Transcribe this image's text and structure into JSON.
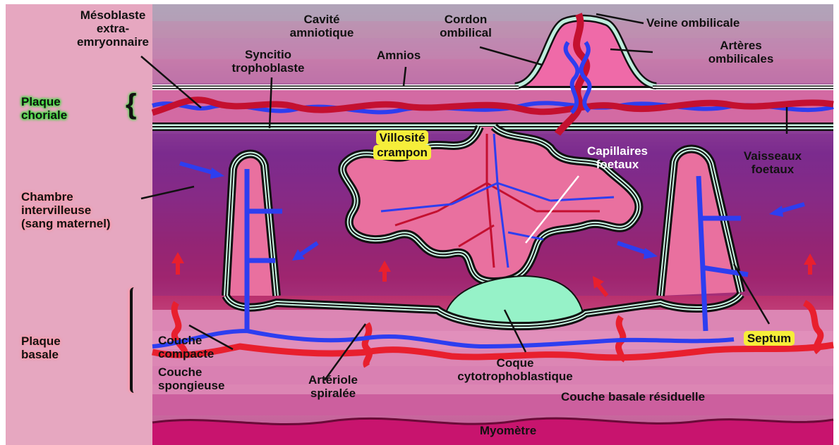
{
  "labels": {
    "mesoblaste": [
      "Mésoblaste",
      "extra-",
      "emryonnaire"
    ],
    "cavite": [
      "Cavité",
      "amniotique"
    ],
    "cordon": [
      "Cordon",
      "ombilical"
    ],
    "veine": "Veine ombilicale",
    "syncitio": [
      "Syncitio",
      "trophoblaste"
    ],
    "amnios": "Amnios",
    "arteres": [
      "Artères",
      "ombilicales"
    ],
    "plaque_choriale": [
      "Plaque",
      "choriale"
    ],
    "villosite": [
      "Villosité",
      "crampon"
    ],
    "capillaires": [
      "Capillaires",
      "foetaux"
    ],
    "vaisseaux": [
      "Vaisseaux",
      "foetaux"
    ],
    "chambre": [
      "Chambre",
      "intervilleuse",
      "(sang maternel)"
    ],
    "plaque_basale": [
      "Plaque",
      "basale"
    ],
    "couche_compacte": [
      "Couche",
      "compacte"
    ],
    "couche_spongieuse": [
      "Couche",
      "spongieuse"
    ],
    "arteriole": [
      "Artériole",
      "spiralée"
    ],
    "coque": [
      "Coque",
      "cytotrophoblastique"
    ],
    "septum": "Septum",
    "couche_residuelle": "Couche basale résiduelle",
    "myometre": "Myomètre"
  },
  "colors": {
    "margin": "#e6a7c0",
    "maternal_blood": "#e81f2e",
    "fetal_blood": "#2d3ef0",
    "villus_tissue": "#e9709f",
    "coque": "#96f2c8",
    "myometrium": "#c8146e",
    "highlight_yellow": "#f6ee3a",
    "highlight_green": "#3ee03e"
  }
}
